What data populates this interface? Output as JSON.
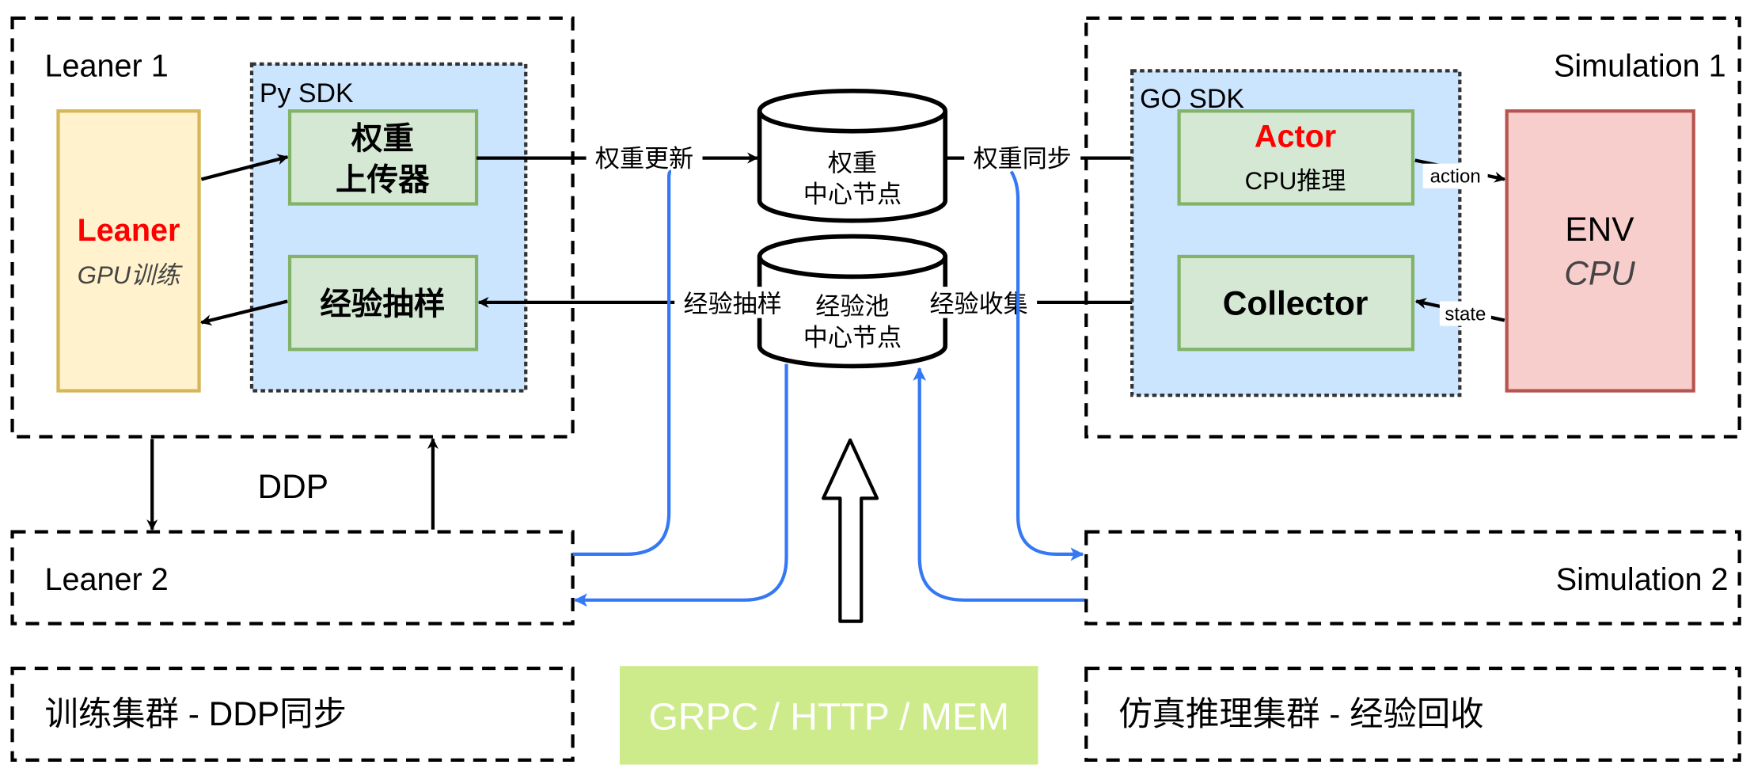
{
  "colors": {
    "learner_fill": "#FFF2CC",
    "learner_stroke": "#D6B656",
    "sdk_fill": "#CCE5FF",
    "module_fill": "#D5E8D4",
    "module_stroke": "#82B366",
    "env_fill": "#F8CECC",
    "env_stroke": "#B85450",
    "highlight_red": "#FF0000",
    "flow_blue": "#3578F5",
    "protocol_fill": "#CDEB8B"
  },
  "learner_cluster": {
    "learner1_title": "Leaner 1",
    "sdk_label": "Py SDK",
    "learner_name": "Leaner",
    "learner_sub": "GPU训练",
    "uploader_line1": "权重",
    "uploader_line2": "上传器",
    "sampler": "经验抽样",
    "ddp_label": "DDP",
    "learner2_title": "Leaner 2",
    "caption": "训练集群 - DDP同步"
  },
  "center": {
    "weight_node_line1": "权重",
    "weight_node_line2": "中心节点",
    "exp_node_line1": "经验池",
    "exp_node_line2": "中心节点",
    "edge_weight_update": "权重更新",
    "edge_weight_sync": "权重同步",
    "edge_exp_sample": "经验抽样",
    "edge_exp_collect": "经验收集",
    "protocol": "GRPC / HTTP / MEM"
  },
  "sim_cluster": {
    "sim1_title": "Simulation 1",
    "sdk_label": "GO SDK",
    "actor_name": "Actor",
    "actor_sub": "CPU推理",
    "collector": "Collector",
    "env_name": "ENV",
    "env_sub": "CPU",
    "edge_action": "action",
    "edge_state": "state",
    "sim2_title": "Simulation 2",
    "caption": "仿真推理集群 - 经验回收"
  }
}
